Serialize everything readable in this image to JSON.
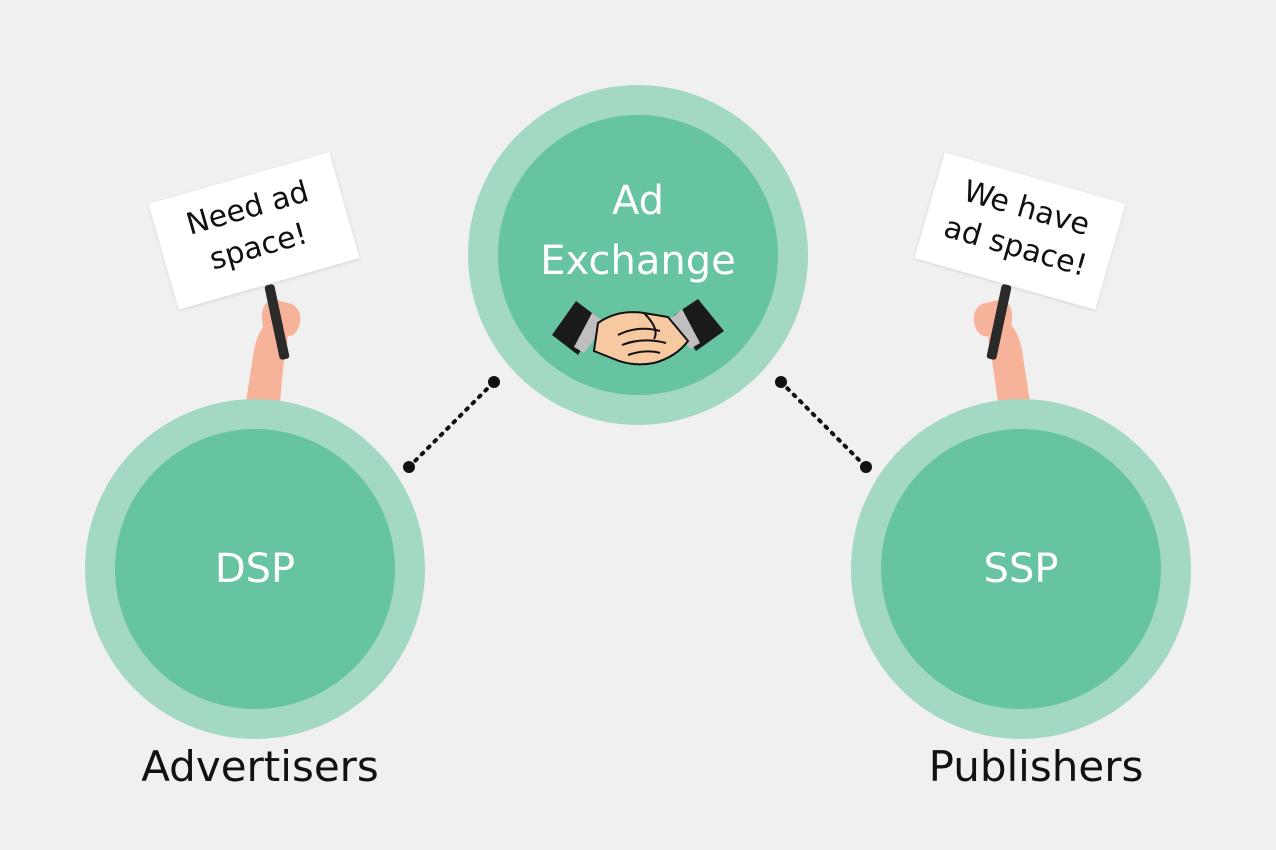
{
  "nodes": {
    "dsp": {
      "label": "DSP"
    },
    "exchange": {
      "line1": "Ad",
      "line2": "Exchange"
    },
    "ssp": {
      "label": "SSP"
    }
  },
  "captions": {
    "left": "Advertisers",
    "right": "Publishers"
  },
  "signs": {
    "left": {
      "line1": "Need ad",
      "line2": "space!"
    },
    "right": {
      "line1": "We have",
      "line2": "ad space!"
    }
  },
  "icons": [
    "handshake-icon",
    "hand-holding-sign-icon"
  ],
  "colors": {
    "background": "#f0f0f0",
    "ring": "#a3d8c2",
    "fill": "#66c4a1",
    "label": "#ffffff",
    "connector": "#111111",
    "skin": "#f7b39a"
  }
}
